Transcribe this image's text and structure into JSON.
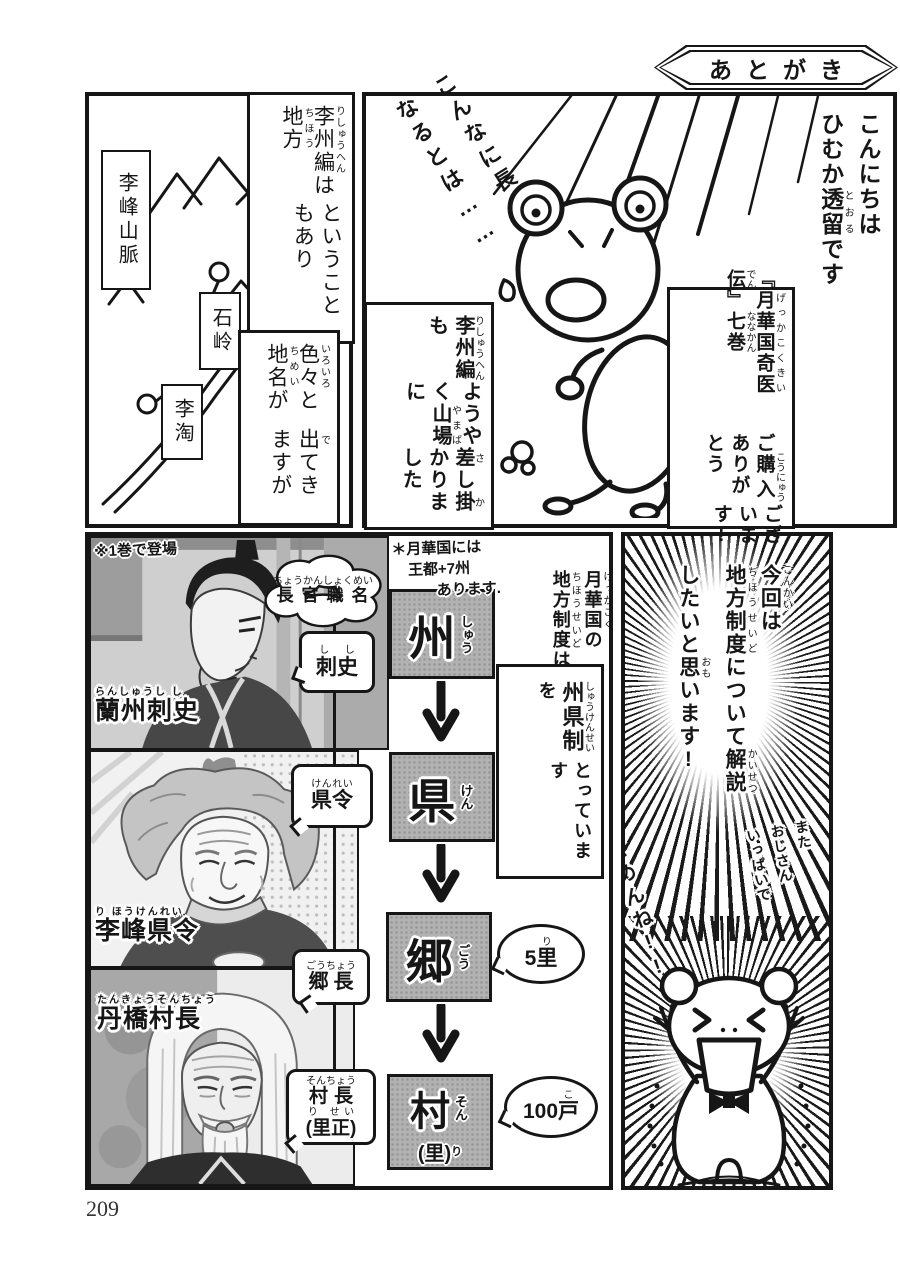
{
  "page": {
    "afterword_title": "あとがき",
    "page_number": "209"
  },
  "colors": {
    "ink": "#161616",
    "panel_bg": "#ffffff",
    "halftone_gray": "#b2b2b2"
  },
  "top_left_panel": {
    "map_labels": {
      "mountain_range": "李峰山脈",
      "town_shiling": "石岭",
      "town_litao": "李淘"
    },
    "region_note": {
      "lines": [
        [
          {
            "t": "李州編",
            "r": "りしゅうへん"
          },
          {
            "t": "は"
          },
          {
            "t": "地方",
            "r": "ちほう"
          }
        ],
        [
          {
            "t": "ということもあり"
          }
        ]
      ]
    },
    "names_note": {
      "lines": [
        [
          {
            "t": "色々",
            "r": "いろいろ"
          },
          {
            "t": "と"
          },
          {
            "t": "地名",
            "r": "ちめい"
          },
          {
            "t": "が"
          }
        ],
        [
          {
            "t": "出",
            "r": "で"
          },
          {
            "t": "てきますが"
          }
        ]
      ]
    }
  },
  "top_right_panel": {
    "greeting": {
      "lines": [
        [
          {
            "t": "こんにちは"
          }
        ],
        [
          {
            "t": "ひむか"
          },
          {
            "t": "透留",
            "r": "とおる"
          },
          {
            "t": "です"
          }
        ]
      ]
    },
    "thanks": {
      "lines": [
        [
          {
            "t": "『"
          },
          {
            "t": "月華国奇医伝",
            "r": "げっかこくきいでん"
          },
          {
            "t": "』"
          },
          {
            "t": "七巻",
            "r": "ななかん"
          }
        ],
        [
          {
            "t": "ご"
          },
          {
            "t": "購入",
            "r": "こうにゅう"
          },
          {
            "t": "ありがとう"
          }
        ],
        [
          {
            "t": "ございます!"
          }
        ]
      ]
    },
    "surprise": {
      "lines": [
        [
          {
            "t": "こんなに長く"
          }
        ],
        [
          {
            "t": "なるとは……"
          }
        ]
      ]
    },
    "progress": {
      "lines": [
        [
          {
            "t": "李州編",
            "r": "りしゅうへん"
          },
          {
            "t": "も"
          }
        ],
        [
          {
            "t": "ようやく"
          },
          {
            "t": "山場",
            "r": "やまば"
          },
          {
            "t": "に"
          }
        ],
        [
          {
            "t": "差",
            "r": "さ"
          },
          {
            "t": "し"
          },
          {
            "t": "掛",
            "r": "か"
          },
          {
            "t": "かりました"
          }
        ]
      ]
    }
  },
  "bottom_left_panel": {
    "debut_note": "※1巻で登場",
    "kingdom_note": {
      "lines": [
        [
          {
            "t": "＊月華国には"
          }
        ],
        [
          {
            "t": "王都+7州"
          }
        ],
        [
          {
            "t": "あります."
          }
        ]
      ]
    },
    "chief_title_bubble": {
      "lines": [
        [
          {
            "t": "長官職名",
            "r": "ちょうかんしょくめい"
          }
        ]
      ]
    },
    "officials": [
      {
        "label": {
          "lines": [
            [
              {
                "t": "刺史",
                "r": "し し"
              }
            ]
          ]
        }
      },
      {
        "label": {
          "lines": [
            [
              {
                "t": "県令",
                "r": "けんれい"
              }
            ]
          ]
        }
      },
      {
        "label": {
          "lines": [
            [
              {
                "t": "郷長",
                "r": "ごうちょう"
              }
            ]
          ]
        }
      },
      {
        "label": {
          "lines": [
            [
              {
                "t": "村長",
                "r": "そんちょう"
              }
            ],
            [
              {
                "t": "(里正)",
                "r": "り せい"
              }
            ]
          ]
        }
      }
    ],
    "hierarchy": [
      {
        "kanji": "州",
        "furigana": "しゅう"
      },
      {
        "kanji": "県",
        "furigana": "けん"
      },
      {
        "kanji": "郷",
        "furigana": "ごう"
      },
      {
        "kanji": "村",
        "furigana": "そん",
        "sub": "(里)",
        "sub_furigana": "り"
      }
    ],
    "counts": [
      {
        "lines": [
          [
            {
              "t": "5"
            },
            {
              "t": "里",
              "r": "り"
            }
          ]
        ]
      },
      {
        "lines": [
          [
            {
              "t": "100"
            },
            {
              "t": "戸",
              "r": "こ"
            }
          ]
        ]
      }
    ],
    "character_names": [
      {
        "furigana": "らんしゅうし し",
        "kanji": "蘭州刺史"
      },
      {
        "furigana": "り ほうけんれい",
        "kanji": "李峰県令"
      },
      {
        "furigana": "たんきょうそんちょう",
        "kanji": "丹橋村長"
      }
    ],
    "system_intro": {
      "lines": [
        [
          {
            "t": "月華国",
            "r": "げっかこく"
          },
          {
            "t": "の"
          }
        ],
        [
          {
            "t": "地方制度",
            "r": "ちほうせいど"
          },
          {
            "t": "は"
          }
        ]
      ]
    },
    "system_box": {
      "lines": [
        [
          {
            "t": "州県制",
            "r": "しゅうけんせい",
            "b": true
          },
          {
            "t": "を"
          }
        ],
        [
          {
            "t": "とっています"
          }
        ]
      ]
    }
  },
  "bottom_right_panel": {
    "announcement": {
      "lines": [
        [
          {
            "t": "今回",
            "r": "こんかい"
          },
          {
            "t": "は"
          }
        ],
        [
          {
            "t": "地方制度",
            "r": "ちほうせいど"
          },
          {
            "t": "について"
          },
          {
            "t": "解説",
            "r": "かいせつ"
          }
        ],
        [
          {
            "t": "したいと"
          },
          {
            "t": "思",
            "r": "おも"
          },
          {
            "t": "います!"
          }
        ]
      ]
    },
    "sorry_note": {
      "lines": [
        [
          {
            "t": "また"
          }
        ],
        [
          {
            "t": "おじさん"
          }
        ],
        [
          {
            "t": "いっぱいで"
          }
        ]
      ]
    },
    "sorry_exclaim": {
      "lines": [
        [
          {
            "t": "ごめんね!!!!"
          }
        ]
      ]
    }
  }
}
